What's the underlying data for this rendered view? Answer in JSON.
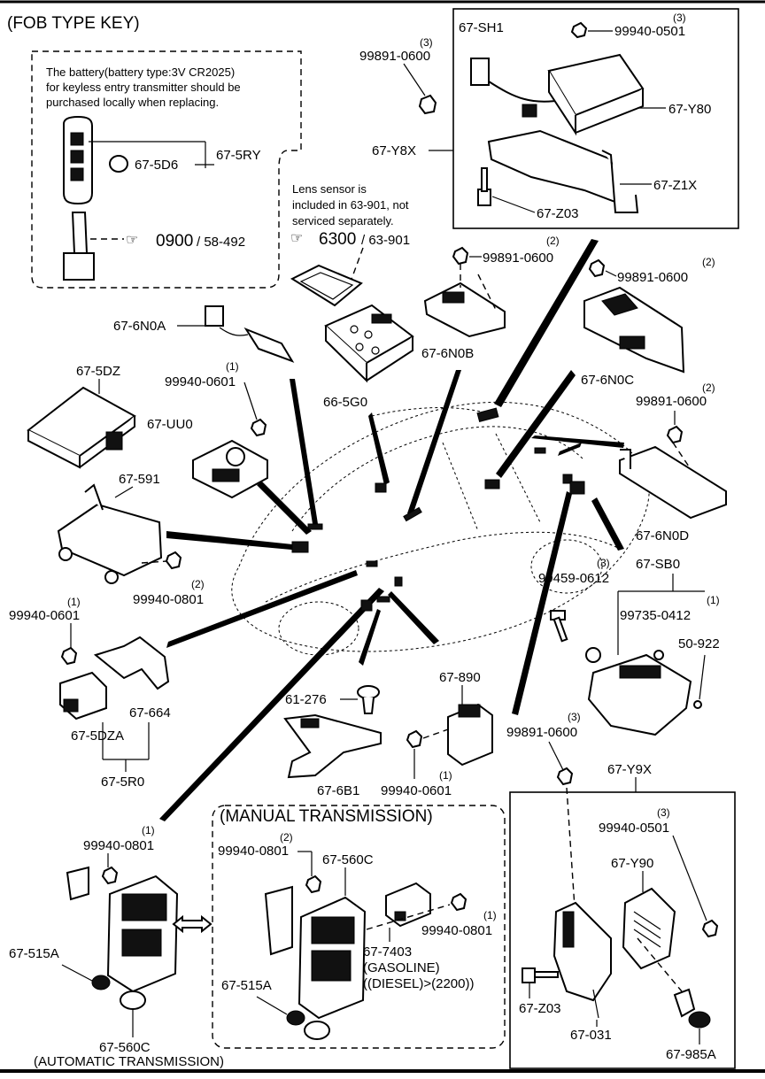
{
  "header": {
    "title": "(FOB TYPE KEY)"
  },
  "fob_box": {
    "battery_note": [
      "The battery(battery type:3V CR2025)",
      "for keyless entry transmitter should be",
      "purchased locally when replacing."
    ],
    "parts": {
      "fob": "67-5RY",
      "battery": "67-5D6"
    },
    "ref_main": "0900",
    "ref_sub": "/ 58-492"
  },
  "lens_note": {
    "lines": [
      "Lens sensor is",
      "included in 63-901, not",
      "serviced separately."
    ],
    "ref_main": "6300",
    "ref_sub": "/ 63-901"
  },
  "top_right_box": {
    "labels": {
      "sh1": "67-SH1",
      "bolt_part": "99940-0501",
      "bolt_qty": "(3)",
      "y80": "67-Y80",
      "z1x": "67-Z1X",
      "z03": "67-Z03"
    }
  },
  "labels": {
    "y8x": "67-Y8X",
    "nut_top_part": "99891-0600",
    "nut_top_qty": "(3)",
    "n0a": "67-6N0A",
    "n0b": "67-6N0B",
    "n0b_nut_part": "99891-0600",
    "n0b_nut_qty": "(2)",
    "n0c": "67-6N0C",
    "n0c_nut_part": "99891-0600",
    "n0c_nut_qty": "(2)",
    "g0": "66-5G0",
    "dz": "67-5DZ",
    "uu0_nut_part": "99940-0601",
    "uu0_nut_qty": "(1)",
    "uu0": "67-UU0",
    "n0d_nut_part": "99891-0600",
    "n0d_nut_qty": "(2)",
    "n0d": "67-6N0D",
    "p591": "67-591",
    "p591_nut_part": "99940-0801",
    "p591_nut_qty": "(2)",
    "sb0": "67-SB0",
    "sb0_bolt_part": "99459-0612",
    "sb0_bolt_qty": "(3)",
    "sb0_screw_part": "99735-0412",
    "sb0_screw_qty": "(1)",
    "p50922": "50-922",
    "dza_nut_part": "99940-0601",
    "dza_nut_qty": "(1)",
    "p664": "67-664",
    "dza": "67-5DZA",
    "r0": "67-5R0",
    "p61276": "61-276",
    "b1": "67-6B1",
    "p890": "67-890",
    "p890_nut_part": "99940-0601",
    "p890_nut_qty": "(1)",
    "sb0_nut_part": "99891-0600",
    "sb0_nut_qty": "(3)"
  },
  "at_section": {
    "nut_part": "99940-0801",
    "nut_qty": "(1)",
    "clip": "67-515A",
    "box": "67-560C",
    "caption": "(AUTOMATIC TRANSMISSION)"
  },
  "mt_section": {
    "title": "(MANUAL TRANSMISSION)",
    "nut_a_part": "99940-0801",
    "nut_a_qty": "(2)",
    "box": "67-560C",
    "nut_b_part": "99940-0801",
    "nut_b_qty": "(1)",
    "relay": "67-7403",
    "relay_note1": "(GASOLINE)",
    "relay_note2": "((DIESEL)>(2200))",
    "clip": "67-515A"
  },
  "bottom_right_box": {
    "y9x": "67-Y9X",
    "bolt_part": "99940-0501",
    "bolt_qty": "(3)",
    "y90": "67-Y90",
    "z03": "67-Z03",
    "p031": "67-031",
    "p985a": "67-985A"
  }
}
